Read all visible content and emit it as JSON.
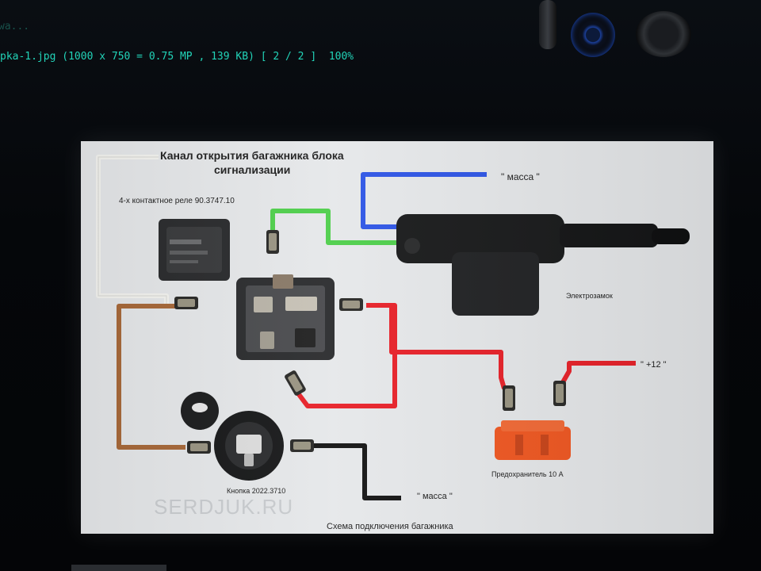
{
  "viewer": {
    "window_title": "wa...",
    "file_info": "pka-1.jpg (1000 x 750 = 0.75 MP , 139 KB) [ 2 / 2 ]  100%"
  },
  "image": {
    "title_line1": "Канал открытия багажника блока",
    "title_line2": "сигнализации",
    "relay_label": "4-х контактное реле 90.3747.10",
    "ground_label_top": "\" масса \"",
    "lock_label": "Электрозамок",
    "plus12_label": "\" +12 \"",
    "fuse_label": "Предохранитель 10 А",
    "button_label": "Кнопка 2022.3710",
    "ground_label_bottom": "\" масса \"",
    "watermark": "SERDJUK.RU",
    "caption": "Схема подключения багажника",
    "wire_colors": {
      "white": "#f4f4f0",
      "blue": "#2f56e6",
      "green": "#4fcf4c",
      "red": "#e8222a",
      "brown": "#a8693a",
      "black": "#151515"
    }
  }
}
